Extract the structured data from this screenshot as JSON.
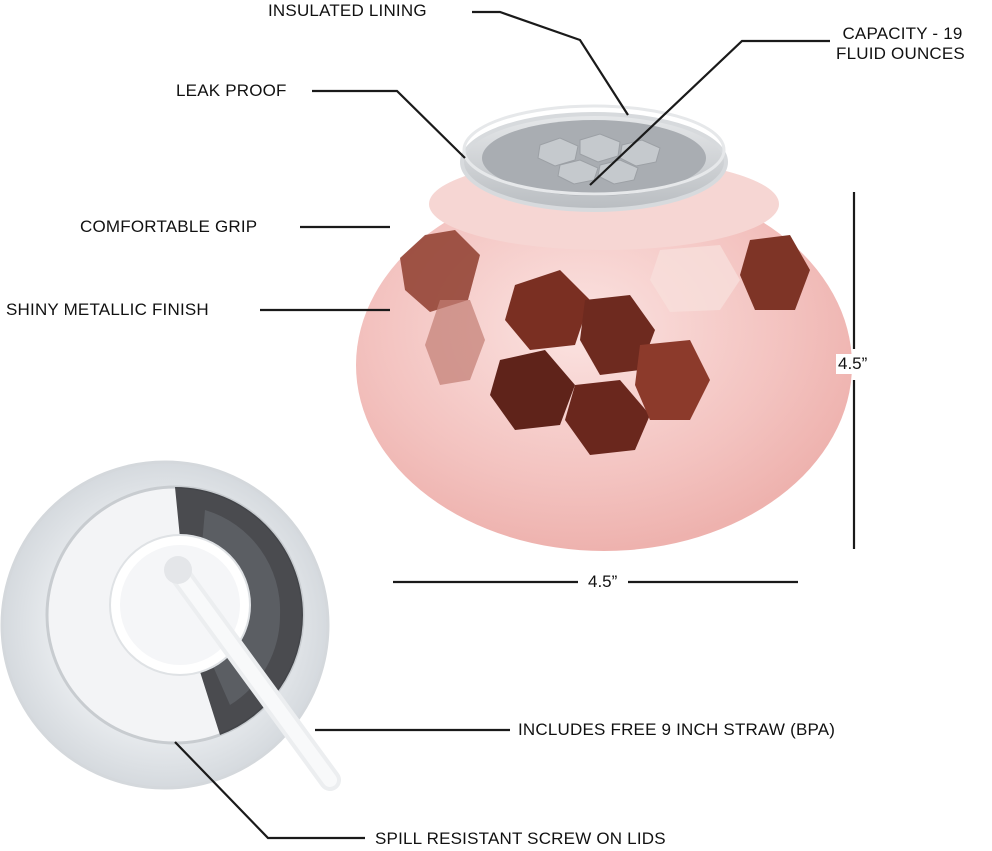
{
  "callouts": [
    {
      "id": "insulated-lining",
      "text": "INSULATED LINING"
    },
    {
      "id": "capacity",
      "text_line1": "CAPACITY - 19",
      "text_line2": "FLUID OUNCES"
    },
    {
      "id": "leak-proof",
      "text": "LEAK PROOF"
    },
    {
      "id": "comfortable-grip",
      "text": "COMFORTABLE GRIP"
    },
    {
      "id": "shiny-finish",
      "text": "SHINY METALLIC  FINISH"
    },
    {
      "id": "straw",
      "text": "INCLUDES FREE 9 INCH STRAW (BPA)"
    },
    {
      "id": "spill-resistant",
      "text": "SPILL RESISTANT SCREW ON LIDS"
    }
  ],
  "dimensions": {
    "height": "4.5”",
    "width": "4.5”"
  },
  "colors": {
    "cup_pink": "#f4c6c4",
    "cup_copper": "#8a3a2a",
    "line": "#1a1a1a"
  }
}
